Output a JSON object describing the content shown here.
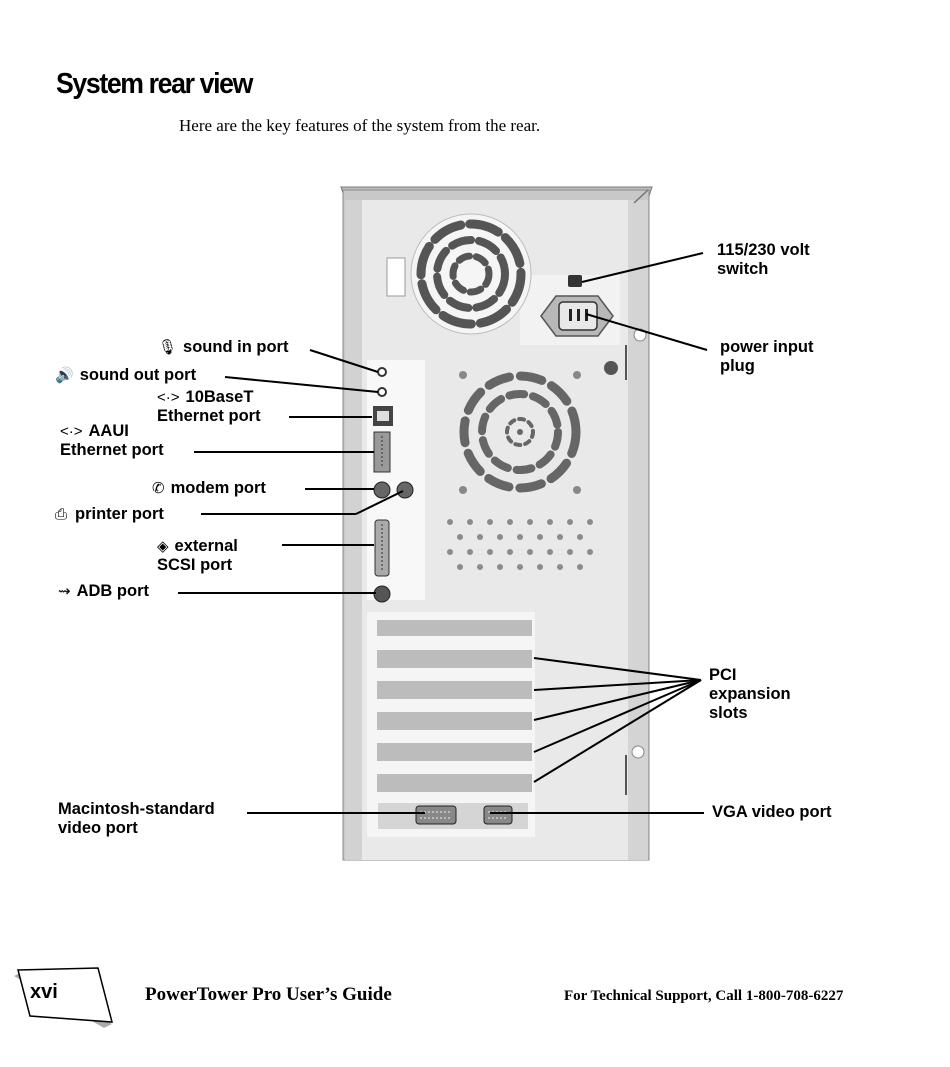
{
  "page": {
    "title": "System rear view",
    "intro": "Here are the key features of the system from the rear."
  },
  "callouts": {
    "switch": [
      "115/230 volt",
      "switch"
    ],
    "power": [
      "power input",
      "plug"
    ],
    "sound_in": [
      "sound in port"
    ],
    "sound_out": [
      "sound out port"
    ],
    "ethernet_10baset": [
      "10BaseT",
      "Ethernet port"
    ],
    "ethernet_aaui": [
      "AAUI",
      "Ethernet port"
    ],
    "modem": [
      "modem port"
    ],
    "printer": [
      "printer port"
    ],
    "scsi": [
      "external",
      "SCSI port"
    ],
    "adb": [
      "ADB port"
    ],
    "pci": [
      "PCI",
      "expansion",
      "slots"
    ],
    "mac_video": [
      "Macintosh-standard",
      "video port"
    ],
    "vga": [
      "VGA video port"
    ]
  },
  "icons": {
    "sound_in": "microphone-icon",
    "sound_out": "speaker-icon",
    "ethernet": "ethernet-arrows-icon",
    "modem": "telephone-icon",
    "printer": "printer-icon",
    "scsi": "scsi-diamond-icon",
    "adb": "adb-icon"
  },
  "footer": {
    "page_number": "xvi",
    "book_title": "PowerTower Pro User’s Guide",
    "support": "For Technical Support, Call 1-800-708-6227"
  }
}
